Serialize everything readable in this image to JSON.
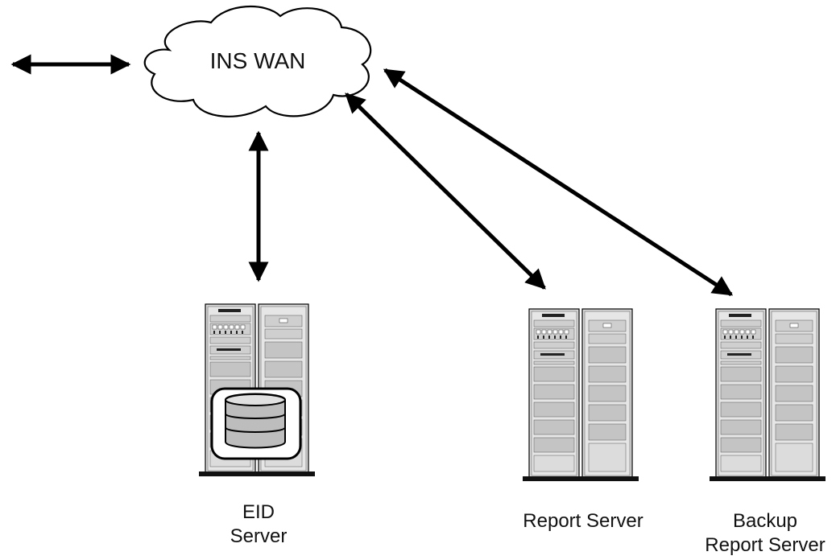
{
  "cloud": {
    "label": "INS WAN"
  },
  "servers": [
    {
      "id": "eid",
      "label_lines": [
        "EID",
        "Server"
      ],
      "has_database": true
    },
    {
      "id": "report",
      "label_lines": [
        "Report Server"
      ],
      "has_database": false
    },
    {
      "id": "backup",
      "label_lines": [
        "Backup",
        "Report Server"
      ],
      "has_database": false
    }
  ],
  "connections": [
    {
      "from": "external",
      "to": "cloud",
      "bidirectional": true
    },
    {
      "from": "cloud",
      "to": "eid",
      "bidirectional": true
    },
    {
      "from": "cloud",
      "to": "report",
      "bidirectional": true
    },
    {
      "from": "cloud",
      "to": "backup",
      "bidirectional": true
    }
  ],
  "colors": {
    "stroke": "#000000",
    "cabinet": "#d9d9d9",
    "panel": "#bfbfbf",
    "dark": "#1a1a1a"
  },
  "icons": [
    "cloud-icon",
    "server-rack-icon",
    "database-icon",
    "double-arrow-icon"
  ]
}
